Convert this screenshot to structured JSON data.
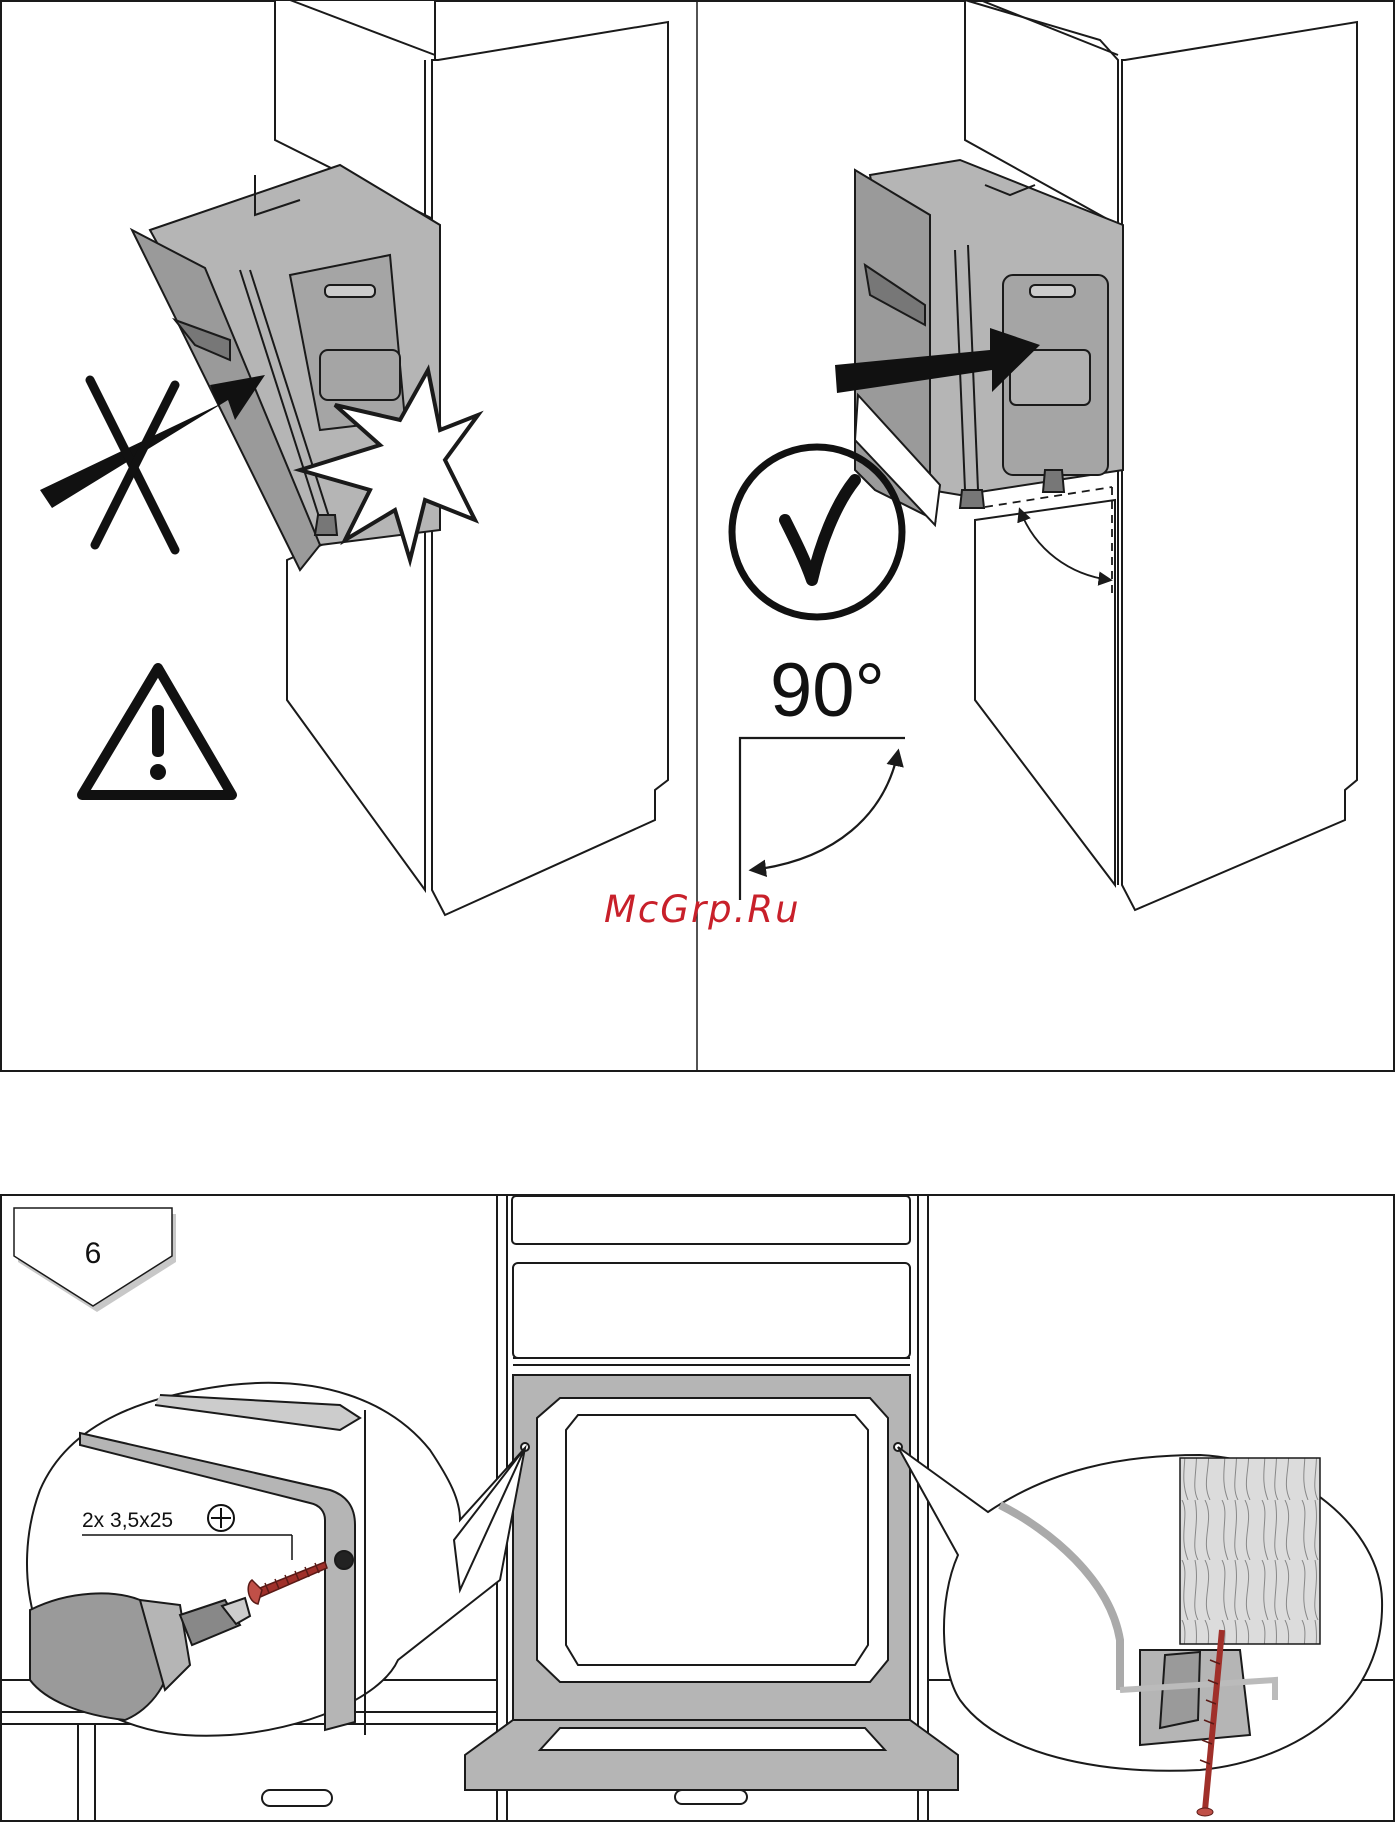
{
  "top_panel": {
    "left_figure": {
      "result": "wrong",
      "marks": [
        "cross-icon",
        "warning-icon"
      ]
    },
    "right_figure": {
      "result": "correct",
      "marks": [
        "checkmark-icon"
      ],
      "angle_label": "90°"
    }
  },
  "step_panel": {
    "step_number": "6",
    "screw_spec": "2x 3,5x25",
    "screw_head": "phillips-icon"
  },
  "watermark": "McGrp.Ru",
  "colors": {
    "line": "#1a1a1a",
    "appliance_gray": "#b5b5b5",
    "screw_red": "#a0302a",
    "watermark": "#c8202a"
  }
}
